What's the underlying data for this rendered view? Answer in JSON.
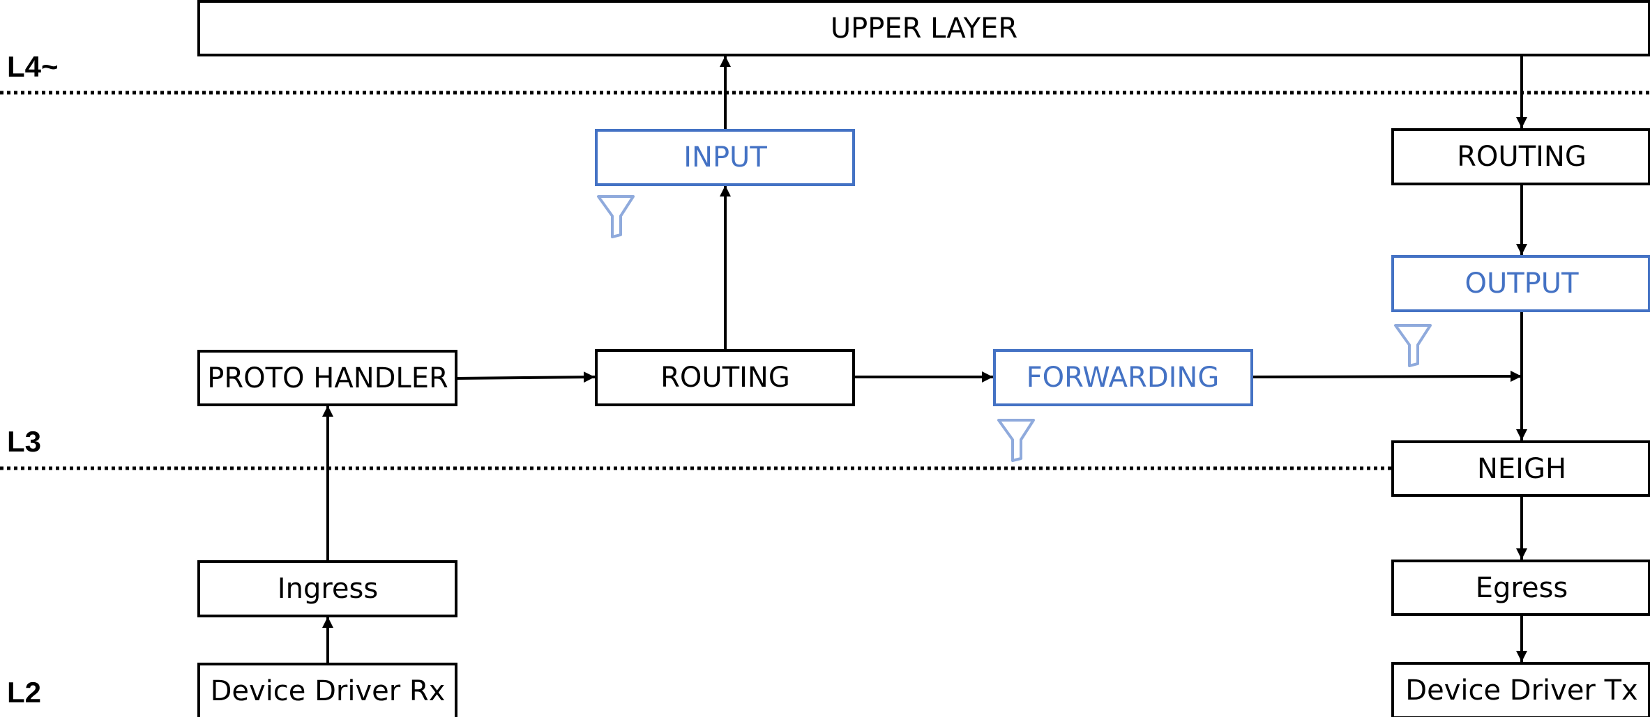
{
  "layers": {
    "l4": "L4~",
    "l3": "L3",
    "l2": "L2"
  },
  "boxes": {
    "upper_layer": "UPPER LAYER",
    "input": "INPUT",
    "routing_out": "ROUTING",
    "output": "OUTPUT",
    "proto_handler": "PROTO HANDLER",
    "routing_in": "ROUTING",
    "forwarding": "FORWARDING",
    "neigh": "NEIGH",
    "ingress": "Ingress",
    "egress": "Egress",
    "driver_rx": "Device Driver Rx",
    "driver_tx": "Device Driver Tx"
  },
  "icons": {
    "filter": "funnel-filter-icon"
  },
  "colors": {
    "hook_blue": "#4472C4",
    "funnel_blue": "#8FAADC",
    "line": "#000000"
  }
}
